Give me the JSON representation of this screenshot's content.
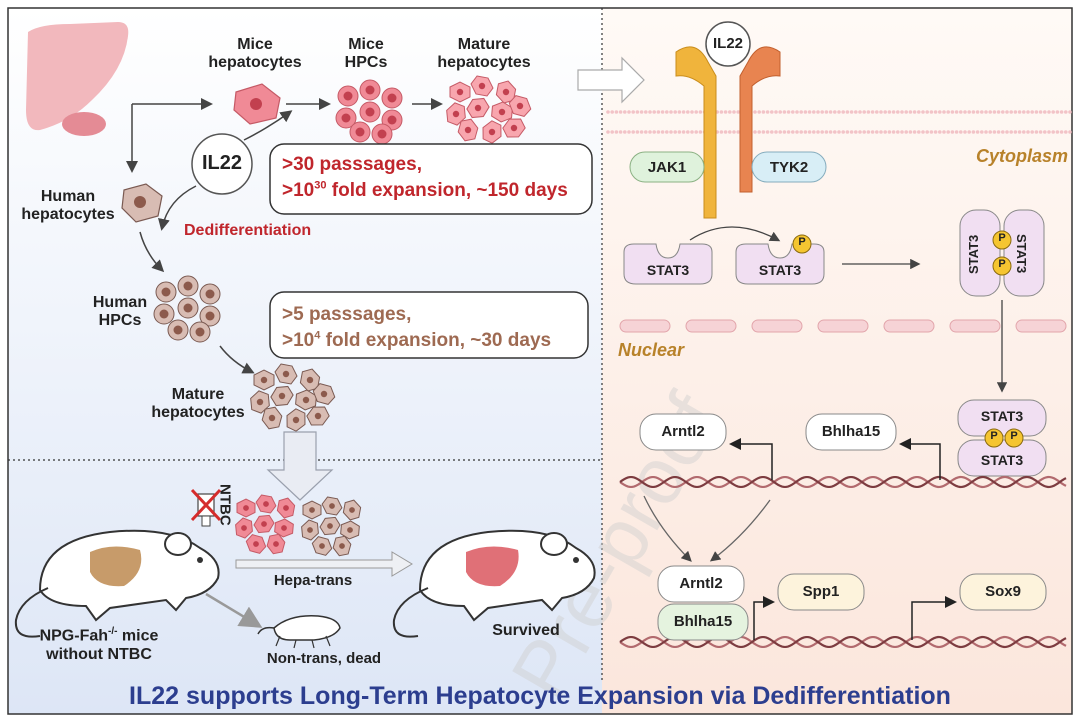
{
  "left": {
    "mice_hepatocytes": "Mice\nhepatocytes",
    "mice_hpcs": "Mice\nHPCs",
    "mature_hepatocytes_top": "Mature\nhepatocytes",
    "human_hepatocytes": "Human\nhepatocytes",
    "il22": "IL22",
    "dedifferentiation": "Dedifferentiation",
    "human_hpcs": "Human\nHPCs",
    "mature_hepatocytes_bottom": "Mature\nhepatocytes",
    "mouse_box_line1": ">30 passsages,",
    "mouse_box_line2_a": ">10",
    "mouse_box_line2_sup": "30",
    "mouse_box_line2_b": " fold expansion, ~150 days",
    "human_box_line1": ">5 passsages,",
    "human_box_line2_a": ">10",
    "human_box_line2_sup": "4",
    "human_box_line2_b": " fold expansion, ~30 days",
    "ntbc": "NTBC",
    "hepa_trans": "Hepa-trans",
    "mouse_label_line1": "NPG-Fah",
    "mouse_label_sup": "-/-",
    "mouse_label_line1_b": " mice",
    "mouse_label_line2": "without NTBC",
    "non_trans": "Non-trans, dead",
    "survived": "Survived"
  },
  "right": {
    "il22": "IL22",
    "jak1": "JAK1",
    "tyk2": "TYK2",
    "cytoplasm": "Cytoplasm",
    "nuclear": "Nuclear",
    "stat3": "STAT3",
    "p": "P",
    "arntl2": "Arntl2",
    "bhlha15": "Bhlha15",
    "spp1": "Spp1",
    "sox9": "Sox9"
  },
  "title": "IL22 supports Long-Term Hepatocyte Expansion via Dedifferentiation",
  "watermark": "Pre-proof",
  "colors": {
    "title": "#2c3e8f",
    "red_text": "#c0262c",
    "brown_text": "#9e6a52",
    "liver": "#f2b8bd",
    "cell_pink": "#f08a96",
    "cell_brown": "#cfb0a6",
    "receptor_gold": "#f0b43c",
    "receptor_orange": "#e88450",
    "jak1_fill": "#dff2dc",
    "tyk2_fill": "#d8eef6",
    "stat3_fill": "#f1dff2",
    "p_yellow": "#f5c531"
  }
}
